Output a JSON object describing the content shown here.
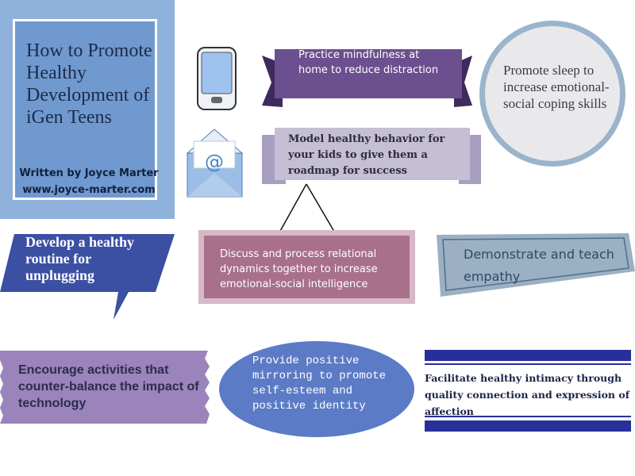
{
  "title_card": {
    "title": "How to Promote Healthy Development of iGen Teens",
    "author_line1": "Written by Joyce Marter",
    "author_line2": "www.joyce-marter.com"
  },
  "tips": {
    "mindfulness": "Practice mindfulness at home to reduce distraction",
    "model_behavior": "Model healthy behavior for your kids to give them a roadmap for success",
    "sleep": "Promote sleep to increase emotional-social coping skills",
    "routine": "Develop a healthy routine for unplugging",
    "relational": "Discuss and process relational dynamics together to increase emotional-social intelligence",
    "empathy": "Demonstrate and teach empathy",
    "activities": "Encourage activities that counter-balance the impact of technology",
    "mirroring": "Provide positive mirroring to promote self-esteem and positive identity",
    "intimacy": "Facilitate healthy intimacy through quality connection and expression of affection"
  },
  "icons": [
    "smartphone-icon",
    "email-envelope-icon"
  ],
  "colors": {
    "title_card": "#8fb2dd",
    "ribbon": "#6b4f8e",
    "banner": "#c4bfd4",
    "circle_border": "#9bb4cc",
    "routine_bubble": "#3b4fa3",
    "relational": "#a8708a",
    "empathy": "#9bb0c3",
    "activities": "#9b83bb",
    "mirroring": "#5c7bc7",
    "intimacy_bars": "#27309a"
  }
}
